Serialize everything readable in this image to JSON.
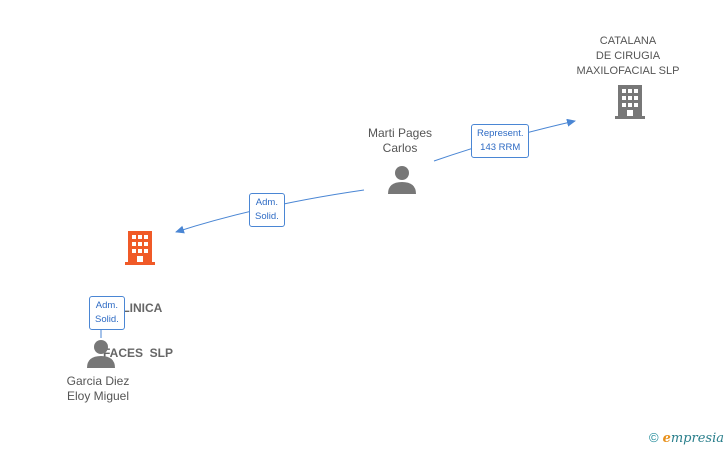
{
  "nodes": {
    "catalana": {
      "lines": [
        "CATALANA",
        "DE CIRUGIA",
        "MAXILOFACIAL SLP"
      ]
    },
    "marti": {
      "lines": [
        "Marti Pages",
        "Carlos"
      ]
    },
    "clinica": {
      "lines": [
        "CLINICA",
        "FACES  SLP"
      ]
    },
    "garcia": {
      "lines": [
        "Garcia Diez",
        "Eloy Miguel"
      ]
    }
  },
  "edges": {
    "represent": {
      "lines": [
        "Represent.",
        "143 RRM"
      ]
    },
    "adm_clinica": {
      "lines": [
        "Adm.",
        "Solid."
      ]
    },
    "adm_garcia": {
      "lines": [
        "Adm.",
        "Solid."
      ]
    }
  },
  "colors": {
    "edge": "#4a86d4",
    "company_gray": "#777777",
    "company_highlight": "#f05a28",
    "person": "#777777"
  },
  "icons": {
    "company": "building-icon",
    "person": "person-icon"
  },
  "footer": {
    "copyright": "©",
    "brand_initial": "e",
    "brand_rest": "mpresia"
  }
}
